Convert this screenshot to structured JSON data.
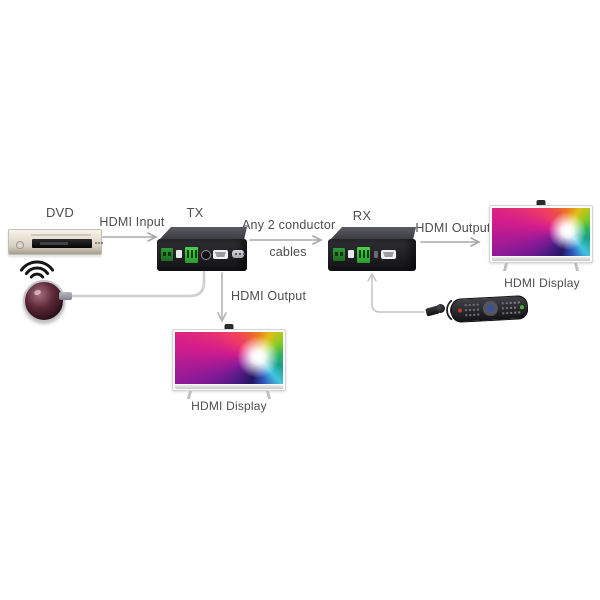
{
  "devices": {
    "dvd_player": {
      "label": "DVD"
    },
    "tx_unit": {
      "label": "TX"
    },
    "rx_unit": {
      "label": "RX"
    },
    "display_right": {
      "label": "HDMI Display"
    },
    "display_bottom": {
      "label": "HDMI Display"
    }
  },
  "connections": {
    "hdmi_input": {
      "label": "HDMI Input"
    },
    "conductor_cables": {
      "line1": "Any 2 conductor",
      "line2": "cables"
    },
    "hdmi_output_right": {
      "label": "HDMI Output"
    },
    "hdmi_output_down": {
      "label": "HDMI Output"
    }
  },
  "icons": {
    "ir_receiver_eye": "ir-eye-icon",
    "wifi_signal": "wifi-signal-icon",
    "ir_emitter": "ir-emitter-icon",
    "remote_control": "remote-control-icon"
  },
  "colors": {
    "label_text": "#4d4d4d",
    "arrow": "#a8a8a8",
    "cable": "#c9c9c9",
    "device_body": "#1b1b1f",
    "terminal_green": "#3dc23d",
    "tv_frame": "#fbfbfb"
  }
}
